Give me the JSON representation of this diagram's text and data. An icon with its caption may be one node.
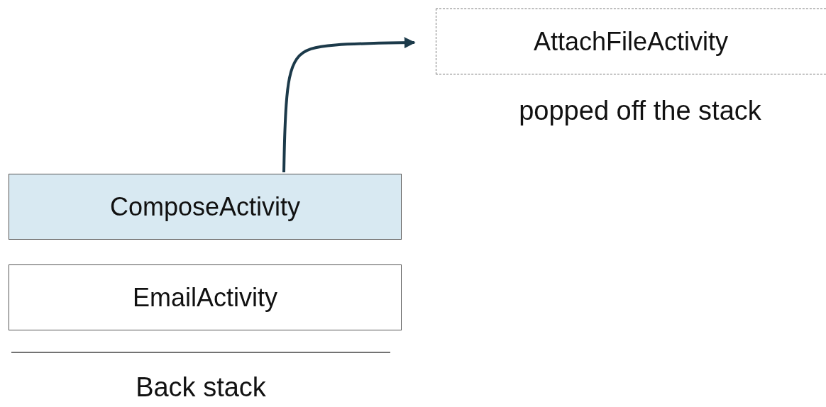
{
  "diagram": {
    "nodes": [
      {
        "text": [
          "AttachFileActivity"
        ],
        "beside": [
          "popped off the stack"
        ]
      },
      {
        "text": [
          "ComposeActivity"
        ]
      },
      {
        "text": [
          "EmailActivity"
        ]
      }
    ],
    "edges": [
      {
        "from": 1,
        "to": 0,
        "arrow": "to"
      }
    ],
    "labels": [
      "Back stack"
    ]
  }
}
